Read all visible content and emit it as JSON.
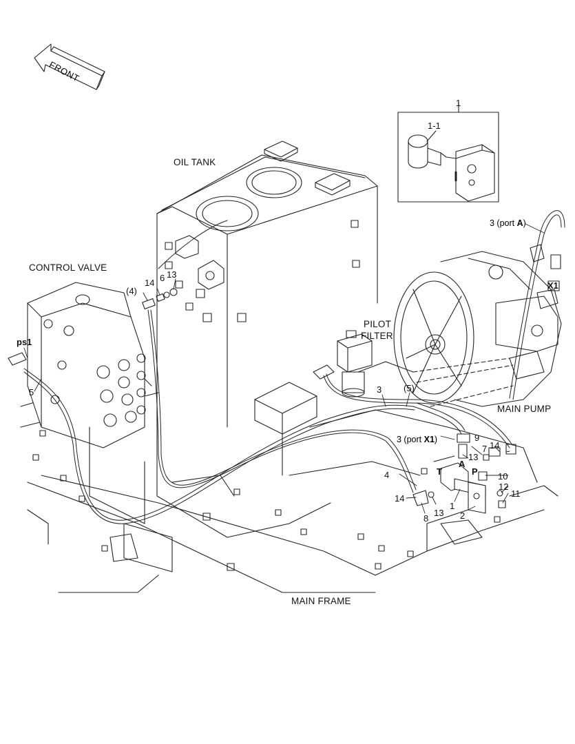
{
  "direction": "FRONT",
  "component_labels": {
    "oil_tank": "OIL TANK",
    "control_valve": "CONTROL VALVE",
    "pilot_filter_line1": "PILOT",
    "pilot_filter_line2": "FILTER",
    "main_pump": "MAIN PUMP",
    "main_frame": "MAIN FRAME"
  },
  "port_letters": {
    "a": "A",
    "p": "P",
    "t": "T"
  },
  "ports": {
    "port_a": {
      "prefix": "3 (port ",
      "letter": "A",
      "suffix": ")"
    },
    "port_x1": {
      "prefix": "3 (port ",
      "letter": "X1",
      "suffix": ")"
    },
    "x1_pump": "X1",
    "ps1": "ps1"
  },
  "part_callouts": {
    "c1_inset": "1",
    "c1_1": "1-1",
    "c4_paren": "(4)",
    "c14_top": "14",
    "c6": "6",
    "c13_top": "13",
    "c5": "5",
    "c3": "3",
    "c5_paren": "(5)",
    "c4": "4",
    "c9": "9",
    "c7": "7",
    "c14_right": "14",
    "c13_mid": "13",
    "c10": "10",
    "c12": "12",
    "c11": "11",
    "c14_bottom": "14",
    "c13_bottom": "13",
    "c8": "8",
    "c1_bottom": "1",
    "c2": "2"
  }
}
